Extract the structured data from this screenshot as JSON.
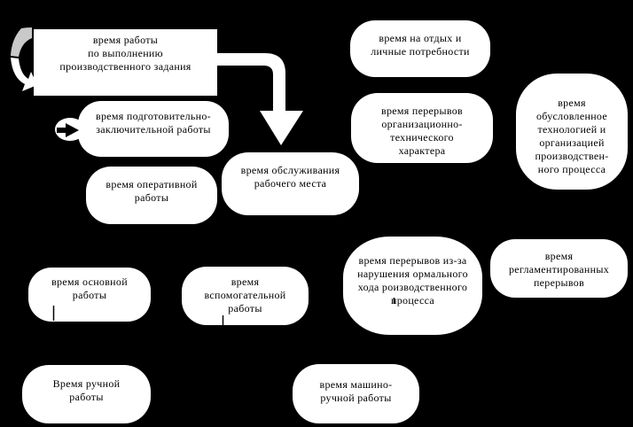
{
  "diagram": {
    "description": "work-time classification flowchart",
    "colors": {
      "background": "#000000",
      "node_fill": "#ffffff",
      "node_text": "#000000",
      "cycle_arrow_gray": "#c9c9c9",
      "cycle_arrow_white": "#ffffff",
      "block_arrow_fill": "#ffffff",
      "small_arrow_fill": "#000000",
      "tick_stroke": "#000000"
    },
    "icons": [
      {
        "name": "cycle-arrow-icon",
        "glyph": "curved refresh arrow, gray upper half, white lower half with arrowhead"
      },
      {
        "name": "block-flow-arrow-icon",
        "glyph": "large white elbow arrow curving right then down"
      },
      {
        "name": "small-right-arrow-icon",
        "glyph": "small black right-pointing arrow"
      }
    ],
    "nodes": [
      {
        "id": "work-production-task",
        "shape": "rectangle",
        "text": "время работы\nпо выполнению\nпроизводственного задания"
      },
      {
        "id": "rest-personal-needs",
        "shape": "rounded",
        "text": "время на отдых и\nличные потребности"
      },
      {
        "id": "prep-final-work",
        "shape": "rounded",
        "text": "время подготовительно-\nзаключительной работы"
      },
      {
        "id": "org-tech-breaks",
        "shape": "rounded",
        "text": "время перерывов\nорганизационно-\nтехнического\nхарактера"
      },
      {
        "id": "tech-org-process-time",
        "shape": "rounded",
        "text": "время\nобусловленное\nтехнологией и\nорганизацией\nпроизводствен-\nного процесса"
      },
      {
        "id": "operative-work",
        "shape": "rounded",
        "text": "время оперативной\nработы"
      },
      {
        "id": "workplace-service",
        "shape": "rounded",
        "text": "время обслуживания\nрабочего места"
      },
      {
        "id": "breaks-process-violation",
        "shape": "rounded",
        "text": "время перерывов из-за\nнарушения ормального\nхода роизводственного\nпроцесса"
      },
      {
        "id": "regulated-breaks",
        "shape": "rounded",
        "text": "время\nрегламентированных\nперерывов"
      },
      {
        "id": "main-work",
        "shape": "rounded",
        "text": "время основной\nработы"
      },
      {
        "id": "auxiliary-work",
        "shape": "rounded",
        "text": "время\nвспомогательной\nработы"
      },
      {
        "id": "manual-work",
        "shape": "rounded",
        "text": "Время ручной\nработы"
      },
      {
        "id": "machine-manual-work",
        "shape": "rounded",
        "text": "время машино-\nручной работы"
      }
    ]
  }
}
